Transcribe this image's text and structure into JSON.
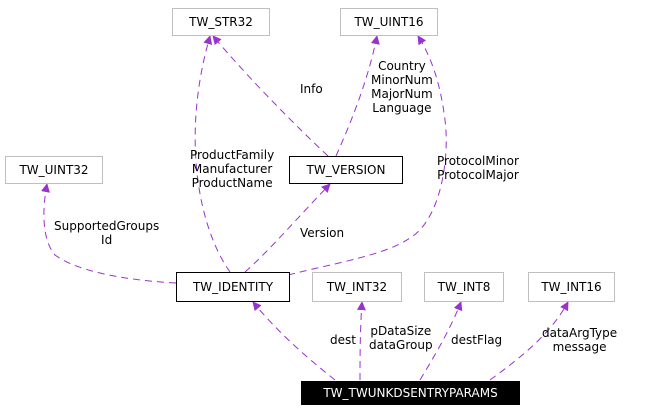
{
  "nodes": {
    "str32": "TW_STR32",
    "uint16_top": "TW_UINT16",
    "uint32": "TW_UINT32",
    "version": "TW_VERSION",
    "identity": "TW_IDENTITY",
    "int32": "TW_INT32",
    "int8": "TW_INT8",
    "int16": "TW_INT16",
    "root": "TW_TWUNKDSENTRYPARAMS"
  },
  "edge_labels": {
    "info": [
      "Info"
    ],
    "version_fields": [
      "Country",
      "MinorNum",
      "MajorNum",
      "Language"
    ],
    "product_fields": [
      "ProductFamily",
      "Manufacturer",
      "ProductName"
    ],
    "protocol_fields": [
      "ProtocolMinor",
      "ProtocolMajor"
    ],
    "groups_fields": [
      "SupportedGroups",
      "Id"
    ],
    "version_member": [
      "Version"
    ],
    "dest": [
      "dest"
    ],
    "data_fields": [
      "pDataSize",
      "dataGroup"
    ],
    "dest_flag": [
      "destFlag"
    ],
    "arg_fields": [
      "dataArgType",
      "message"
    ]
  },
  "colors": {
    "edge": "#9a32cd",
    "type_border": "#bfbfbf",
    "class_border": "#000000",
    "root_fill": "#000000"
  }
}
